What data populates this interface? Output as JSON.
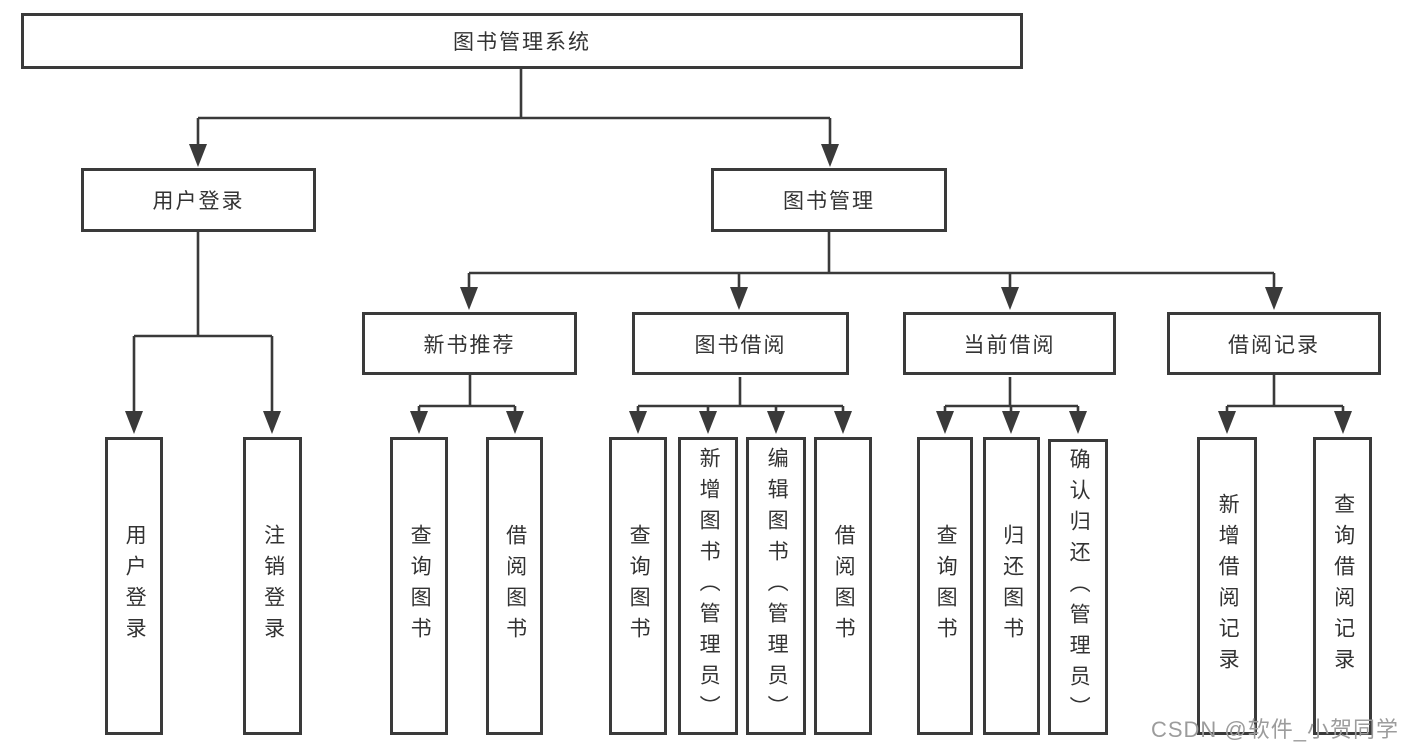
{
  "colors": {
    "line": "#3a3a3a",
    "text": "#333333",
    "watermark": "#9c9c9c",
    "background": "#ffffff"
  },
  "watermark": "CSDN @软件_小贺同学",
  "tree": {
    "root": "图书管理系统",
    "branches": [
      {
        "label": "用户登录",
        "children": [
          "用户登录",
          "注销登录"
        ]
      },
      {
        "label": "图书管理",
        "sections": [
          {
            "label": "新书推荐",
            "children": [
              "查询图书",
              "借阅图书"
            ]
          },
          {
            "label": "图书借阅",
            "children": [
              "查询图书",
              "新增图书（管理员）",
              "编辑图书（管理员）",
              "借阅图书"
            ]
          },
          {
            "label": "当前借阅",
            "children": [
              "查询图书",
              "归还图书",
              "确认归还（管理员）"
            ]
          },
          {
            "label": "借阅记录",
            "children": [
              "新增借阅记录",
              "查询借阅记录"
            ]
          }
        ]
      }
    ]
  }
}
